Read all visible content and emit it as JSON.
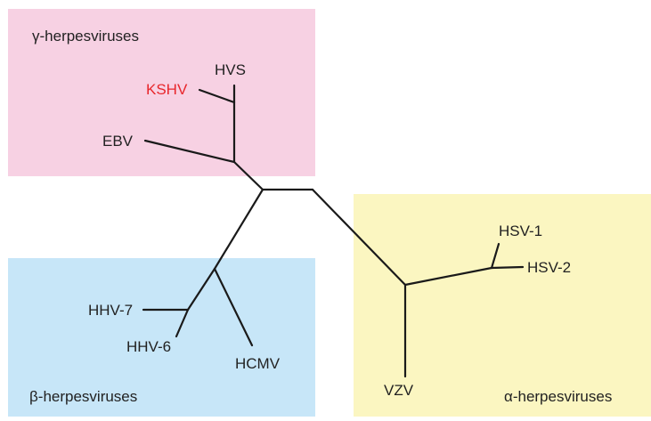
{
  "groups": {
    "gamma": {
      "label": "γ-herpesviruses",
      "color": "#f7d1e3"
    },
    "beta": {
      "label": "β-herpesviruses",
      "color": "#c7e6f8"
    },
    "alpha": {
      "label": "α-herpesviruses",
      "color": "#fbf6c1"
    }
  },
  "leaves": {
    "kshv": {
      "label": "KSHV",
      "color": "#e8262b"
    },
    "hvs": {
      "label": "HVS",
      "color": "#222222"
    },
    "ebv": {
      "label": "EBV",
      "color": "#222222"
    },
    "hhv7": {
      "label": "HHV-7",
      "color": "#222222"
    },
    "hhv6": {
      "label": "HHV-6",
      "color": "#222222"
    },
    "hcmv": {
      "label": "HCMV",
      "color": "#222222"
    },
    "hsv1": {
      "label": "HSV-1",
      "color": "#222222"
    },
    "hsv2": {
      "label": "HSV-2",
      "color": "#222222"
    },
    "vzv": {
      "label": "VZV",
      "color": "#222222"
    }
  },
  "tree": {
    "edges": [
      [
        "root",
        "gammaNode"
      ],
      [
        "gammaNode",
        "gammaInner"
      ],
      [
        "gammaInner",
        "kshv"
      ],
      [
        "gammaInner",
        "hvs"
      ],
      [
        "gammaNode",
        "ebv"
      ],
      [
        "root",
        "betaNode"
      ],
      [
        "betaNode",
        "betaInner"
      ],
      [
        "betaInner",
        "hhv7"
      ],
      [
        "betaInner",
        "hhv6"
      ],
      [
        "betaNode",
        "hcmv"
      ],
      [
        "root",
        "mid"
      ],
      [
        "mid",
        "alphaNode"
      ],
      [
        "alphaNode",
        "vzv"
      ],
      [
        "alphaNode",
        "alphaInner"
      ],
      [
        "alphaInner",
        "hsv1"
      ],
      [
        "alphaInner",
        "hsv2"
      ]
    ],
    "line_color": "#1a1a1a"
  }
}
